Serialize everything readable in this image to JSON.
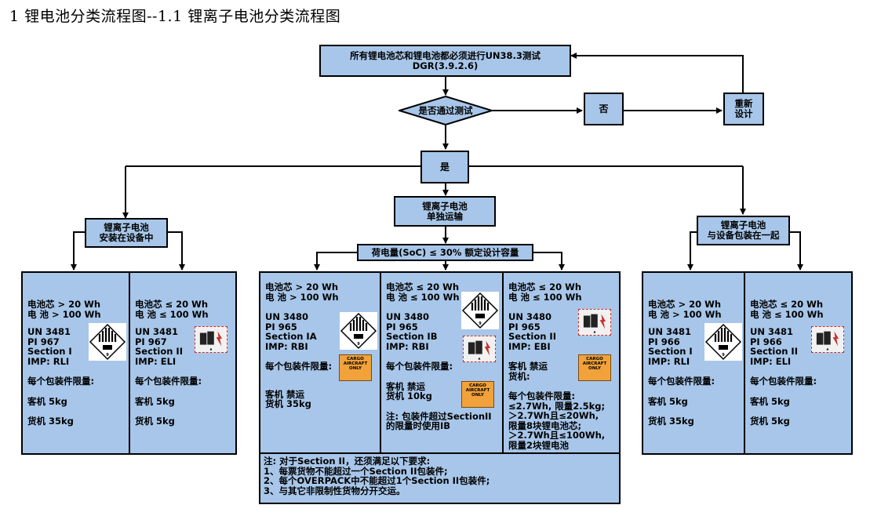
{
  "page": {
    "title": "1 锂电池分类流程图--1.1 锂离子电池分类流程图"
  },
  "top": {
    "line1": "所有锂电池芯和锂电池都必须进行UN38.3测试",
    "line2": "DGR(3.9.2.6)"
  },
  "decision": {
    "label": "是否通过测试"
  },
  "no": {
    "label": "否"
  },
  "redesign": {
    "line1": "重新",
    "line2": "设计"
  },
  "yes": {
    "label": "是"
  },
  "left_head": {
    "line1": "锂离子电池",
    "line2": "安装在设备中"
  },
  "mid_head": {
    "line1": "锂离子电池",
    "line2": "单独运输"
  },
  "right_head": {
    "line1": "锂离子电池",
    "line2": "与设备包装在一起"
  },
  "soc": {
    "label": "荷电量(SoC) ≤ 30% 额定设计容量"
  },
  "left_panel": {
    "col1": {
      "l1": "电池芯 > 20 Wh",
      "l2": "电 池 > 100 Wh",
      "l3": "UN 3481",
      "l4": "PI 967",
      "l5": "Section I",
      "l6": "IMP: RLI",
      "l7": "每个包装件限量:",
      "l8": "客机 5kg",
      "l9": "货机 35kg"
    },
    "col2": {
      "l1": "电池芯 ≤ 20 Wh",
      "l2": "电 池 ≤ 100 Wh",
      "l3": "UN 3481",
      "l4": "PI 967",
      "l5": "Section II",
      "l6": "IMP: ELI",
      "l7": "每个包装件限量:",
      "l8": "客机 5kg",
      "l9": "货机 5kg"
    }
  },
  "mid_panel": {
    "col1": {
      "l1": "电池芯 > 20 Wh",
      "l2": "电 池 > 100 Wh",
      "l3": "UN 3480",
      "l4": "PI 965",
      "l5": "Section IA",
      "l6": "IMP: RBI",
      "l7": "每个包装件限量:",
      "l8": "客机 禁运",
      "l9": "货机 35kg"
    },
    "col2": {
      "l1": "电池芯 ≤ 20 Wh",
      "l2": "电 池 ≤ 100 Wh",
      "l3": "UN 3480",
      "l4": "PI 965",
      "l5": "Section IB",
      "l6": "IMP: RBI",
      "l7": "每个包装件限量:",
      "l8": "客机 禁运",
      "l9": "货机 10kg",
      "l10": "注: 包装件超过SectionII",
      "l11": "的限量时使用IB"
    },
    "col3": {
      "l1": "电池芯 ≤ 20 Wh",
      "l2": "电 池 ≤ 100 Wh",
      "l3": "UN 3480",
      "l4": "PI 965",
      "l5": "Section II",
      "l6": "IMP: EBI",
      "l7": "客机 禁运",
      "l8": "货机:",
      "l9": "每个包装件限量:",
      "l10": "≤2.7Wh, 限量2.5kg;",
      "l11": "＞2.7Wh且≤20Wh,",
      "l12": "限量8块锂电池芯;",
      "l13": "＞2.7Wh且≤100Wh,",
      "l14": "限量2块锂电池"
    }
  },
  "right_panel": {
    "col1": {
      "l1": "电池芯 > 20 Wh",
      "l2": "电 池 > 100 Wh",
      "l3": "UN 3481",
      "l4": "PI 966",
      "l5": "Section I",
      "l6": "IMP: RLI",
      "l7": "每个包装件限量:",
      "l8": "客机 5kg",
      "l9": "货机 35kg"
    },
    "col2": {
      "l1": "电池芯 ≤ 20 Wh",
      "l2": "电 池 ≤ 100 Wh",
      "l3": "UN 3481",
      "l4": "PI 966",
      "l5": "Section II",
      "l6": "IMP: ELI",
      "l7": "每个包装件限量:",
      "l8": "客机 5kg",
      "l9": "货机 5kg"
    }
  },
  "cao_label": {
    "text": "CARGO AIRCRAFT ONLY"
  },
  "note": {
    "l1": "注: 对于Section II，还须满足以下要求:",
    "l2": "1、每票货物不能超过一个Section II包装件;",
    "l3": "2、每个OVERPACK中不能超过1个Section II包装件;",
    "l4": "3、与其它非限制性货物分开交运。"
  },
  "colors": {
    "box_fill": "#a7c6e9",
    "line": "#000000",
    "label_orange": "#f2a23a",
    "label_red": "#c9302c"
  }
}
